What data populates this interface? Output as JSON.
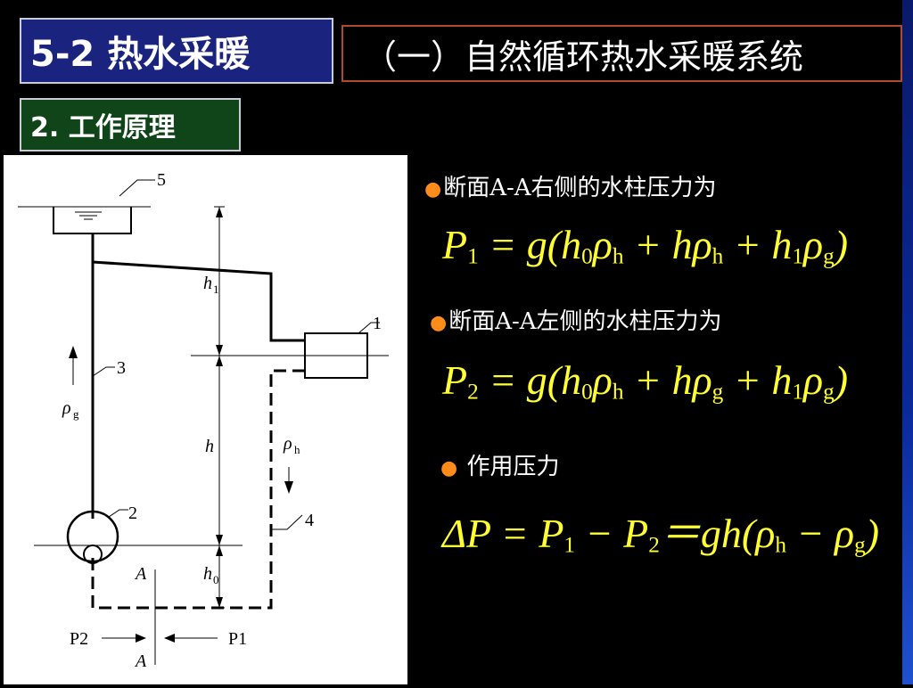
{
  "header": {
    "title": "5-2  热水采暖",
    "subtitle": "（一）自然循环热水采暖系统",
    "section": "2. 工作原理"
  },
  "bullets": [
    "断面A-A右侧的水柱压力为",
    "断面A-A左侧的水柱压力为",
    "作用压力"
  ],
  "diagram_labels": {
    "n1": "1",
    "n2": "2",
    "n3": "3",
    "n4": "4",
    "n5": "5",
    "h1": "h",
    "h1_sub": "1",
    "h": "h",
    "h0": "h",
    "h0_sub": "0",
    "rho_g": "ρ",
    "rho_g_sub": "g",
    "rho_h": "ρ",
    "rho_h_sub": "h",
    "A": "A",
    "P2": "P2",
    "P1": "P1"
  },
  "formulas": {
    "f1": {
      "P": "P",
      "P_sub": "1",
      "eq": " = g(",
      "h0": "h",
      "h0_sub": "0",
      "rho": "ρ",
      "rho_sub_h": "h",
      "plus1": " + h",
      "rho2": "ρ",
      "rho2_sub": "h",
      "plus2": " + h",
      "h1_sub": "1",
      "rho3": "ρ",
      "rho3_sub": "g",
      "close": ")"
    },
    "f2": {
      "P": "P",
      "P_sub": "2",
      "eq": " = g(",
      "h0": "h",
      "h0_sub": "0",
      "rho": "ρ",
      "rho_sub_h": "h",
      "plus1": " + h",
      "rho2": "ρ",
      "rho2_sub": "g",
      "plus2": " + h",
      "h1_sub": "1",
      "rho3": "ρ",
      "rho3_sub": "g",
      "close": ")"
    },
    "f3": {
      "dP": "ΔP",
      "eq1": " = ",
      "P1": "P",
      "P1_sub": "1",
      "minus": " − ",
      "P2": "P",
      "P2_sub": "2",
      "eq2": "＝gh(",
      "rho1": "ρ",
      "rho1_sub": "h",
      "minus2": " − ",
      "rho2": "ρ",
      "rho2_sub": "g",
      "close": ")"
    }
  },
  "colors": {
    "title_bg": "#1a237e",
    "section_bg": "#10451a",
    "formula": "#ffff33",
    "bullet_dot": "#ff8c1a",
    "subtitle_border": "#b04a2a"
  }
}
